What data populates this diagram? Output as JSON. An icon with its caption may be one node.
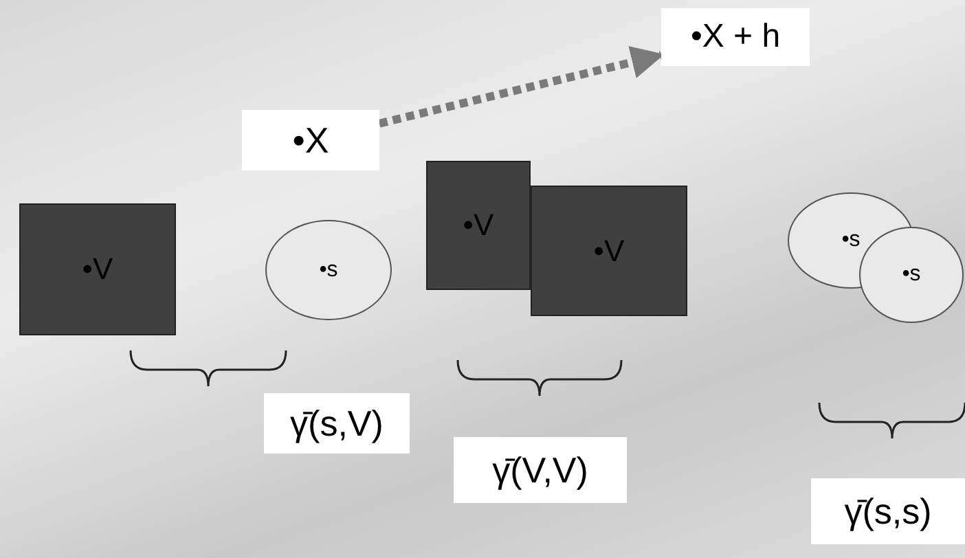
{
  "diagram": {
    "nodes": [
      {
        "text": [
          "•X"
        ]
      },
      {
        "text": [
          "•X + h"
        ]
      },
      {
        "text": [
          "•V"
        ]
      },
      {
        "text": [
          "•s"
        ]
      },
      {
        "text": [
          "•V"
        ]
      },
      {
        "text": [
          "•V"
        ]
      },
      {
        "text": [
          "•s"
        ]
      },
      {
        "text": [
          "•s"
        ]
      },
      {
        "text": [
          "γ̄(s,V)"
        ]
      },
      {
        "text": [
          "γ̄(V,V)"
        ]
      },
      {
        "text": [
          "γ̄(s,s)"
        ]
      }
    ],
    "edges": [
      {
        "from": 0,
        "to": 1,
        "arrow": "to",
        "style": "dashed"
      }
    ]
  }
}
